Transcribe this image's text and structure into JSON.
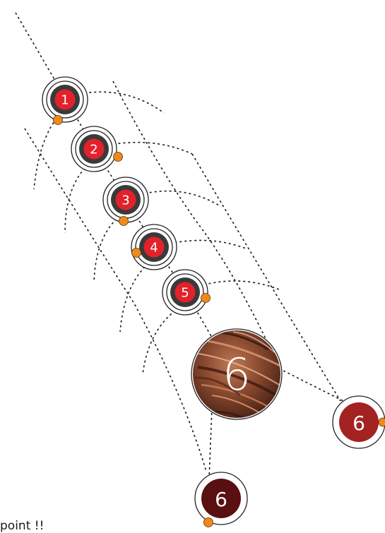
{
  "diagram": {
    "nodes": [
      {
        "label": "1",
        "kind": "step"
      },
      {
        "label": "2",
        "kind": "step"
      },
      {
        "label": "3",
        "kind": "step"
      },
      {
        "label": "4",
        "kind": "step"
      },
      {
        "label": "5",
        "kind": "step"
      },
      {
        "label": "6",
        "kind": "main"
      },
      {
        "label": "6",
        "kind": "branch-right"
      },
      {
        "label": "6",
        "kind": "branch-bottom"
      }
    ],
    "colors": {
      "step_fill": "#e3212b",
      "step_core": "#3a3a3a",
      "dot": "#ef8a1a",
      "branch_right": "#a32323",
      "branch_bottom": "#5a1010",
      "main_base": "#6a2e1c",
      "dotted_line": "#1a1a1a"
    },
    "texture": "wood-grain"
  },
  "caption": "point !!"
}
